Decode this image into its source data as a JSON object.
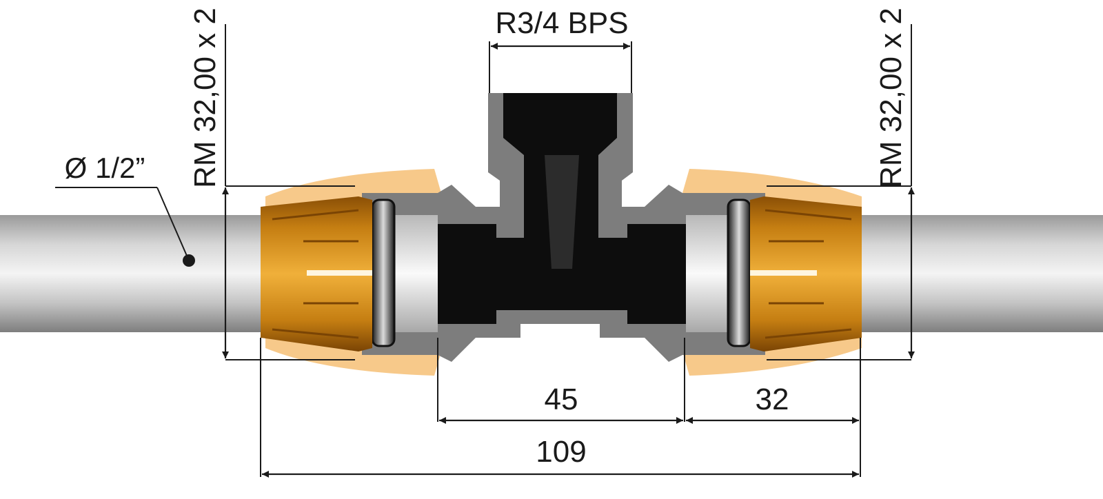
{
  "labels": {
    "top_thread": "R3/4 BPS",
    "left_connection": "RM 32,00 x 2",
    "right_connection": "RM 32,00 x 2",
    "pipe_diameter": "Ø 1/2”",
    "dim_center": "45",
    "dim_right_nut": "32",
    "dim_total": "109"
  },
  "colors": {
    "pipe_light": "#f2f2f2",
    "pipe_dark": "#8a8a8a",
    "body_grey": "#7d7d7d",
    "body_dark": "#0d0d0d",
    "nut_orange": "#d9921a",
    "nut_dark": "#8a4f06",
    "halo": "#f7c98a",
    "line": "#1a1a1a"
  }
}
